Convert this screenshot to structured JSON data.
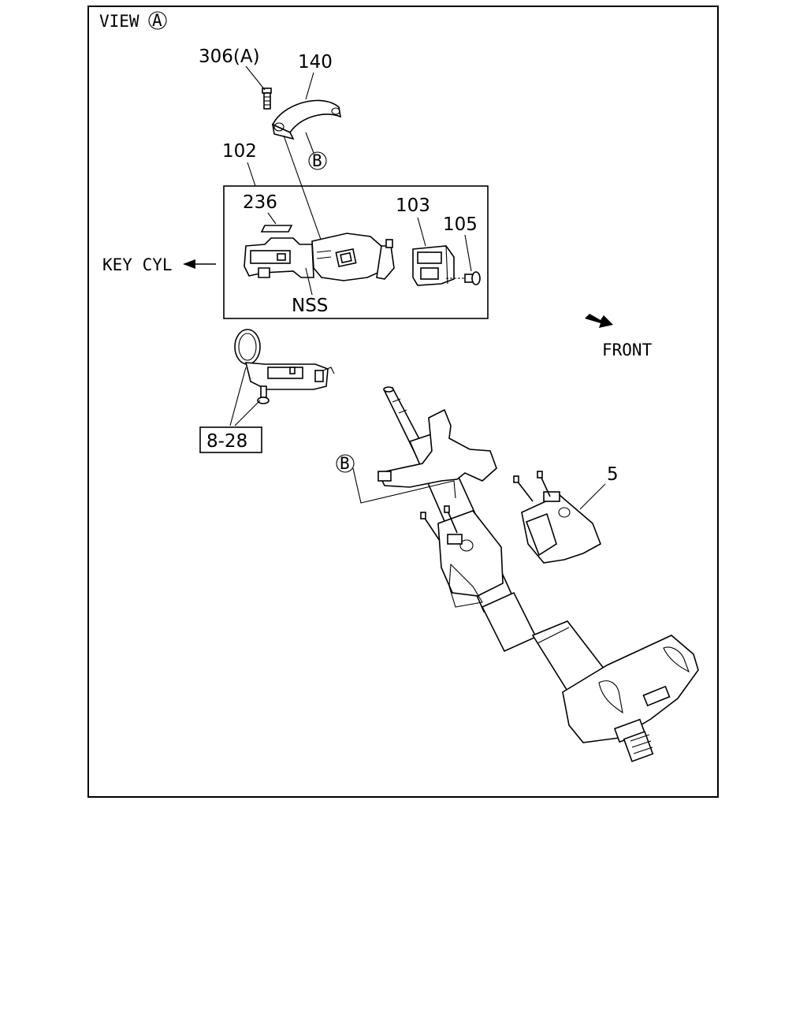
{
  "view_title": "VIEW",
  "view_marker": "A",
  "callouts": {
    "part_306": "306(A)",
    "part_140": "140",
    "part_102": "102",
    "part_236": "236",
    "part_103": "103",
    "part_105": "105",
    "part_5": "5",
    "part_8_28": "8-28",
    "nss": "NSS",
    "marker_b_top": "B",
    "marker_b_column": "B"
  },
  "direction_labels": {
    "key_cyl": "KEY CYL",
    "front": "FRONT"
  }
}
